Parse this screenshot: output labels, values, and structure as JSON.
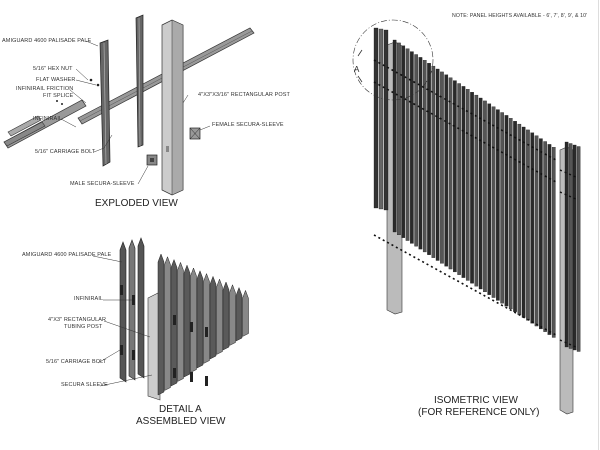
{
  "note": "NOTE: PANEL HEIGHTS AVAILABLE - 6', 7', 8', 9', & 10'",
  "exploded_view": {
    "title": "EXPLODED VIEW",
    "labels": {
      "pale": "AMIGUARD 4600 PALISADE PALE",
      "hex_nut": "5/16\" HEX NUT",
      "washer": "FLAT WASHER",
      "splice_1": "INFINIRAIL FRICTION",
      "splice_2": "FIT SPLICE",
      "infinirail": "INFINIRAIL",
      "carriage_bolt": "5/16\" CARRIAGE BOLT",
      "male_sleeve": "MALE SECURA-SLEEVE",
      "post": "4\"X3\"X3/16\" RECTANGULAR POST",
      "female_sleeve": "FEMALE SECURA-SLEEVE"
    }
  },
  "detail_view": {
    "title_1": "DETAIL  A",
    "title_2": "ASSEMBLED VIEW",
    "labels": {
      "pale": "AMIGUARD 4600 PALISADE PALE",
      "infinirail": "INFINIRAIL",
      "post_1": "4\"X3\" RECTANGULAR",
      "post_2": "TUBING POST",
      "carriage_bolt": "5/16\" CARRIAGE BOLT",
      "sleeve": "SECURA SLEEVE"
    }
  },
  "isometric_view": {
    "title_1": "ISOMETRIC VIEW",
    "title_2": "(FOR REFERENCE ONLY)",
    "detail_callout": "A"
  }
}
